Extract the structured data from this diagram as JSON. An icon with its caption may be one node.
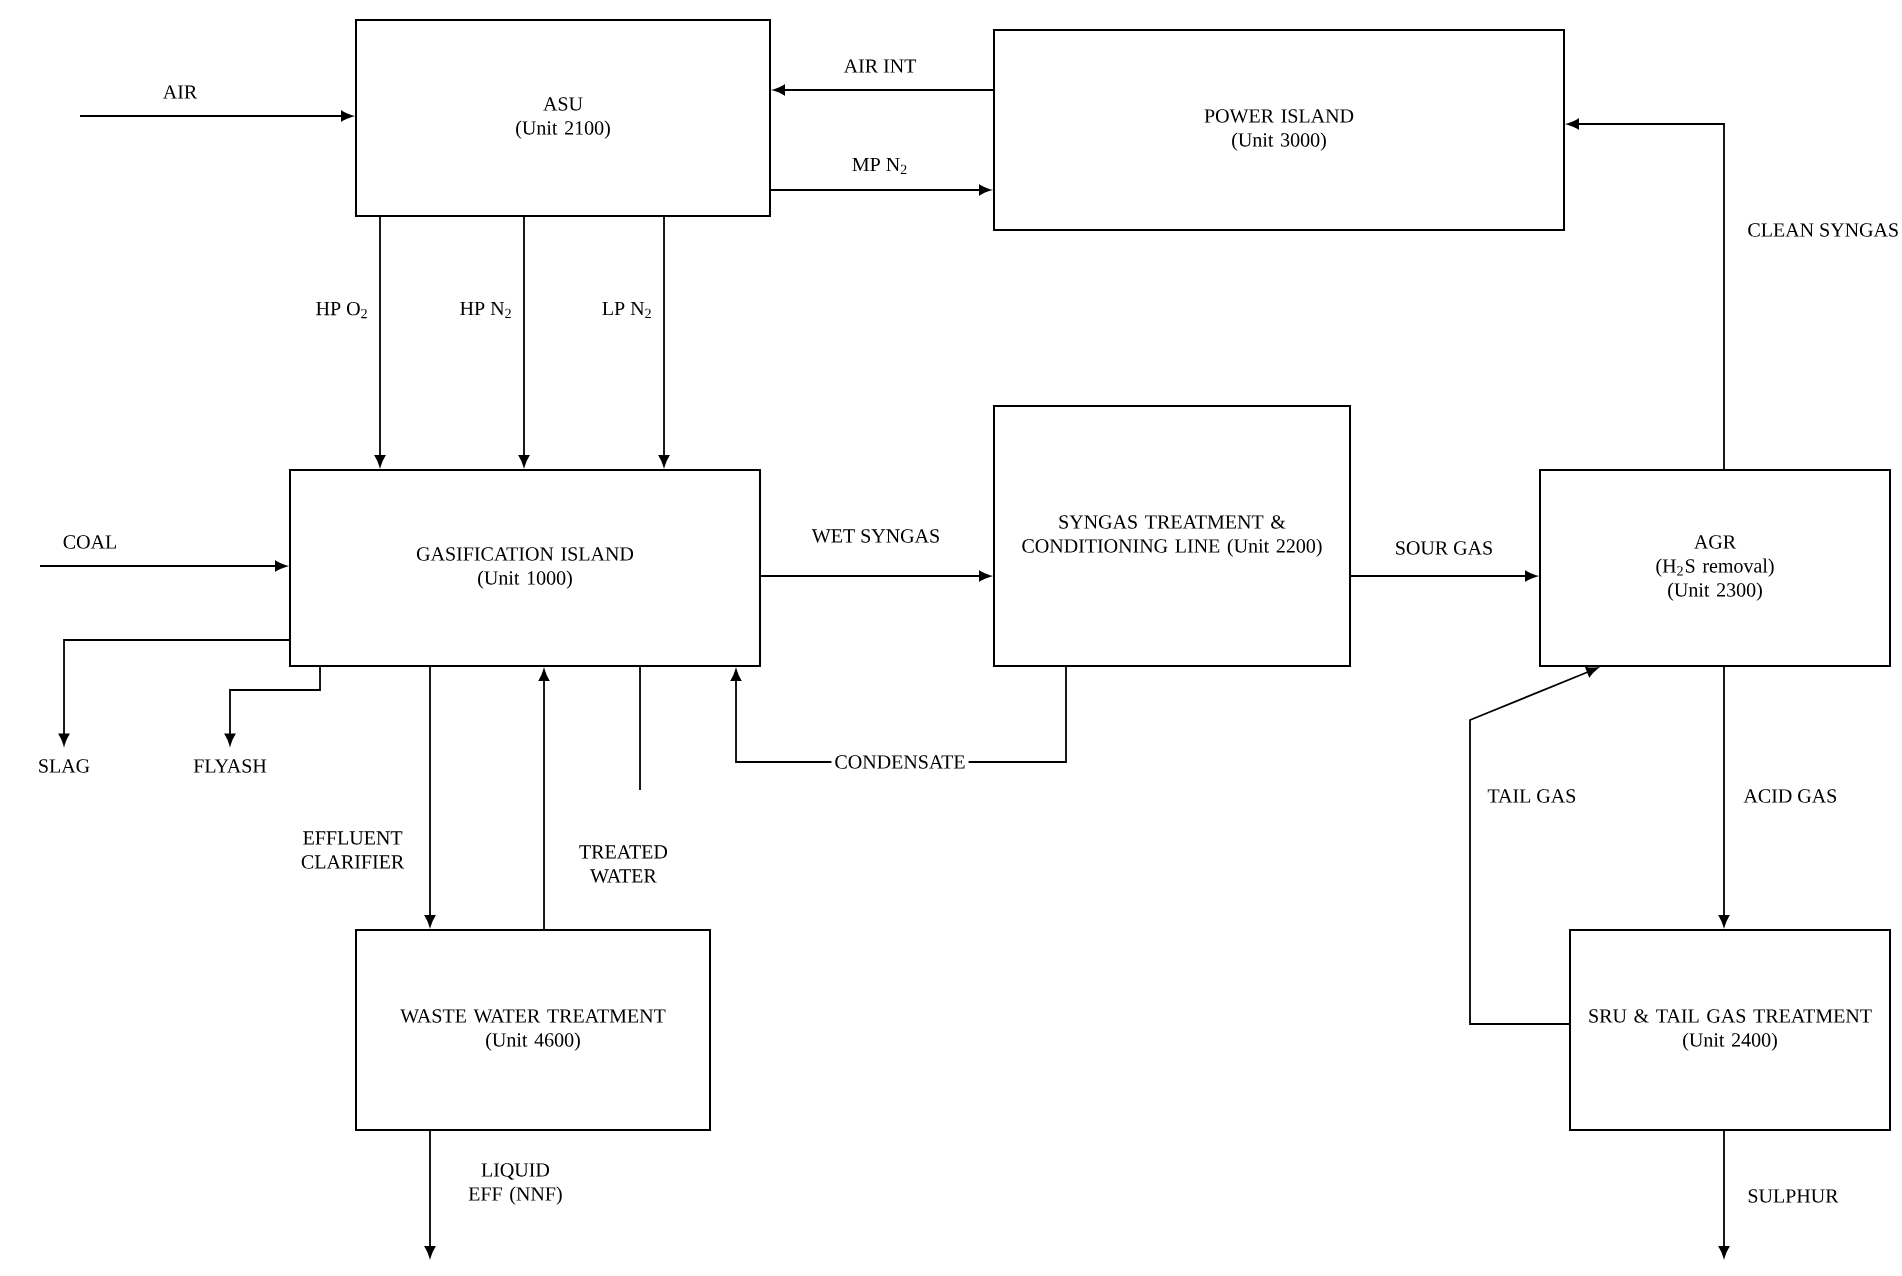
{
  "diagram": {
    "nodes": [
      {
        "text": [
          "ASU",
          "(Unit 2100)"
        ]
      },
      {
        "text": [
          "POWER ISLAND",
          "(Unit 3000)"
        ]
      },
      {
        "text": [
          "GASIFICATION ISLAND",
          "(Unit 1000)"
        ]
      },
      {
        "text": [
          "SYNGAS TREATMENT & CONDITIONING LINE (Unit 2200)"
        ]
      },
      {
        "text": [
          "AGR",
          "(H$_{2}$S removal)",
          "(Unit 2300)"
        ]
      },
      {
        "text": [
          "WASTE WATER TREATMENT",
          "(Unit 4600)"
        ]
      },
      {
        "text": [
          "SRU & TAIL GAS TREATMENT",
          "(Unit 2400)"
        ]
      },
      {
        "text": [
          "SLAG"
        ]
      },
      {
        "text": [
          "FLYASH"
        ]
      }
    ],
    "edges": [
      {
        "from": null,
        "to": 0,
        "arrow": "to",
        "label": "AIR"
      },
      {
        "from": 1,
        "to": 0,
        "arrow": "to",
        "label": "AIR INT"
      },
      {
        "from": 0,
        "to": 1,
        "arrow": "to",
        "label": "MP N$_{2}$"
      },
      {
        "from": 0,
        "to": 2,
        "arrow": "to",
        "label": "HP O$_{2}$"
      },
      {
        "from": 0,
        "to": 2,
        "arrow": "to",
        "label": "HP N$_{2}$"
      },
      {
        "from": 0,
        "to": 2,
        "arrow": "to",
        "label": "LP N$_{2}$"
      },
      {
        "from": null,
        "to": 2,
        "arrow": "to",
        "label": "COAL"
      },
      {
        "from": 2,
        "to": 7,
        "arrow": "to"
      },
      {
        "from": 2,
        "to": 8,
        "arrow": "to"
      },
      {
        "from": 2,
        "to": 5,
        "arrow": "to",
        "label": "EFFLUENT CLARIFIER"
      },
      {
        "from": 5,
        "to": 2,
        "arrow": "to",
        "label": "TREATED WATER"
      },
      {
        "from": 2,
        "to": null,
        "arrow": "none"
      },
      {
        "from": 2,
        "to": 3,
        "arrow": "to",
        "label": "WET SYNGAS"
      },
      {
        "from": 3,
        "to": 2,
        "arrow": "to",
        "label": "CONDENSATE"
      },
      {
        "from": 3,
        "to": 4,
        "arrow": "to",
        "label": "SOUR GAS"
      },
      {
        "from": 4,
        "to": 1,
        "arrow": "to",
        "label": "CLEAN SYNGAS"
      },
      {
        "from": 6,
        "to": 4,
        "arrow": "to",
        "label": "TAIL GAS"
      },
      {
        "from": 4,
        "to": 6,
        "arrow": "to",
        "label": "ACID GAS"
      },
      {
        "from": 5,
        "to": null,
        "arrow": "to",
        "label": "LIQUID EFF (NNF)"
      },
      {
        "from": 6,
        "to": null,
        "arrow": "to",
        "label": "SULPHUR"
      }
    ]
  }
}
